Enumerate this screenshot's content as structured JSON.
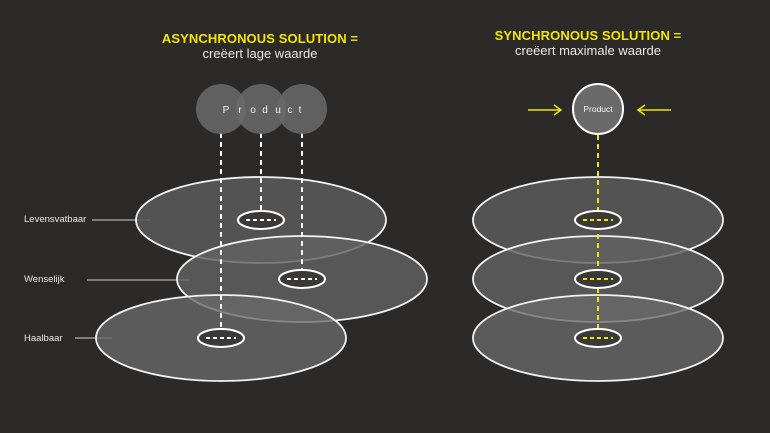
{
  "left": {
    "title": "ASYNCHRONOUS SOLUTION  =",
    "subtitle": "creëert lage waarde",
    "product_letters": [
      "P",
      "r",
      "o",
      "d",
      "u",
      "c",
      "t"
    ]
  },
  "right": {
    "title": "SYNCHRONOUS SOLUTION  =",
    "subtitle": "creëert maximale waarde",
    "product_label": "Product"
  },
  "layers": {
    "levensvatbaar": "Levensvatbaar",
    "wenselijk": "Wenselijk",
    "haalbaar": "Haalbaar"
  },
  "colors": {
    "background": "#2b2a29",
    "accent": "#f3e600",
    "disc_fill": "#5a5959",
    "disc_stroke": "#ffffff"
  }
}
